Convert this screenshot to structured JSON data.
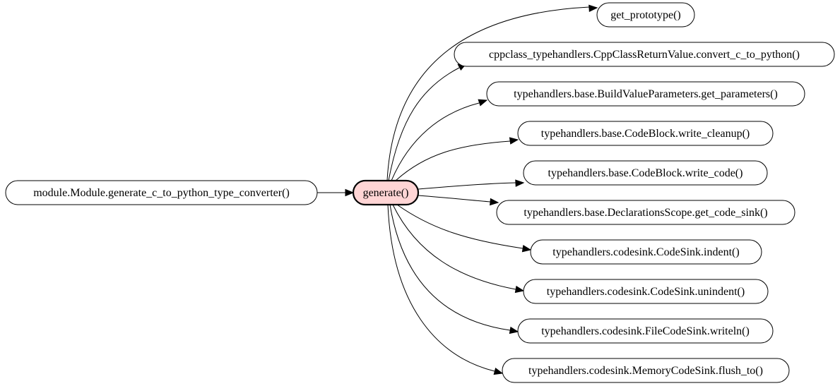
{
  "graph": {
    "caller": {
      "label": "module.Module.generate_c_to_python_type_converter()"
    },
    "focus": {
      "label": "generate()"
    },
    "callees": [
      {
        "label": "get_prototype()"
      },
      {
        "label": "cppclass_typehandlers.CppClassReturnValue.convert_c_to_python()"
      },
      {
        "label": "typehandlers.base.BuildValueParameters.get_parameters()"
      },
      {
        "label": "typehandlers.base.CodeBlock.write_cleanup()"
      },
      {
        "label": "typehandlers.base.CodeBlock.write_code()"
      },
      {
        "label": "typehandlers.base.DeclarationsScope.get_code_sink()"
      },
      {
        "label": "typehandlers.codesink.CodeSink.indent()"
      },
      {
        "label": "typehandlers.codesink.CodeSink.unindent()"
      },
      {
        "label": "typehandlers.codesink.FileCodeSink.writeln()"
      },
      {
        "label": "typehandlers.codesink.MemoryCodeSink.flush_to()"
      }
    ]
  },
  "colors": {
    "focus_fill": "#ffd5d5",
    "node_fill": "#ffffff",
    "stroke": "#000000"
  }
}
